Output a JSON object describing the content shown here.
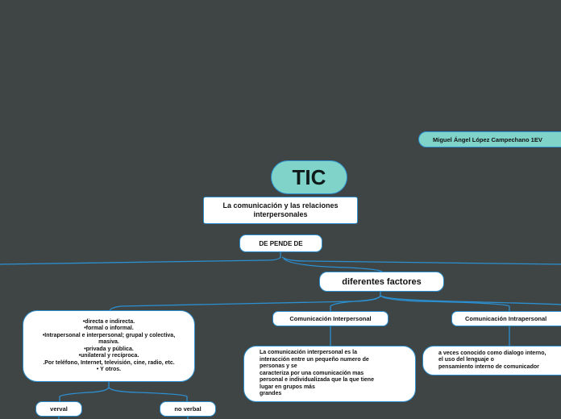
{
  "author": "Miguel Ángel López Campechano  1EV",
  "root": "TIC",
  "main_topic": "La comunicación y las relaciones\ninterpersonales",
  "depends": "DE PENDE DE",
  "factors": "diferentes factores",
  "types_list": "•directa e indirecta.\n•formal o informal.\n•Intrapersonal e interpersonal; grupal y colectiva, masiva.\n•privada y pública.\n•unilateral y recíproca.\n.Por teléfono, Internet, televisión, cine, radio, etc.\n• Y otros.",
  "verbal": "verval",
  "nonverbal": "no verbal",
  "interpersonal": {
    "title": "Comunicación Interpersonal",
    "description": "La comunicación interpersonal es la\ninteracción entre un pequeño numero de\npersonas y se\ncaracteriza por una comunicación mas\npersonal e individualizada que la que tiene\nlugar en grupos más\ngrandes"
  },
  "intrapersonal": {
    "title": "Comunicación Intrapersonal",
    "description": "a veces conocido como dialogo interno,\nel uso del lenguaje o\npensamiento interno de comunicador"
  },
  "colors": {
    "background": "#3f4545",
    "connector": "#2b8fd0",
    "teal": "#7fd3c8"
  }
}
